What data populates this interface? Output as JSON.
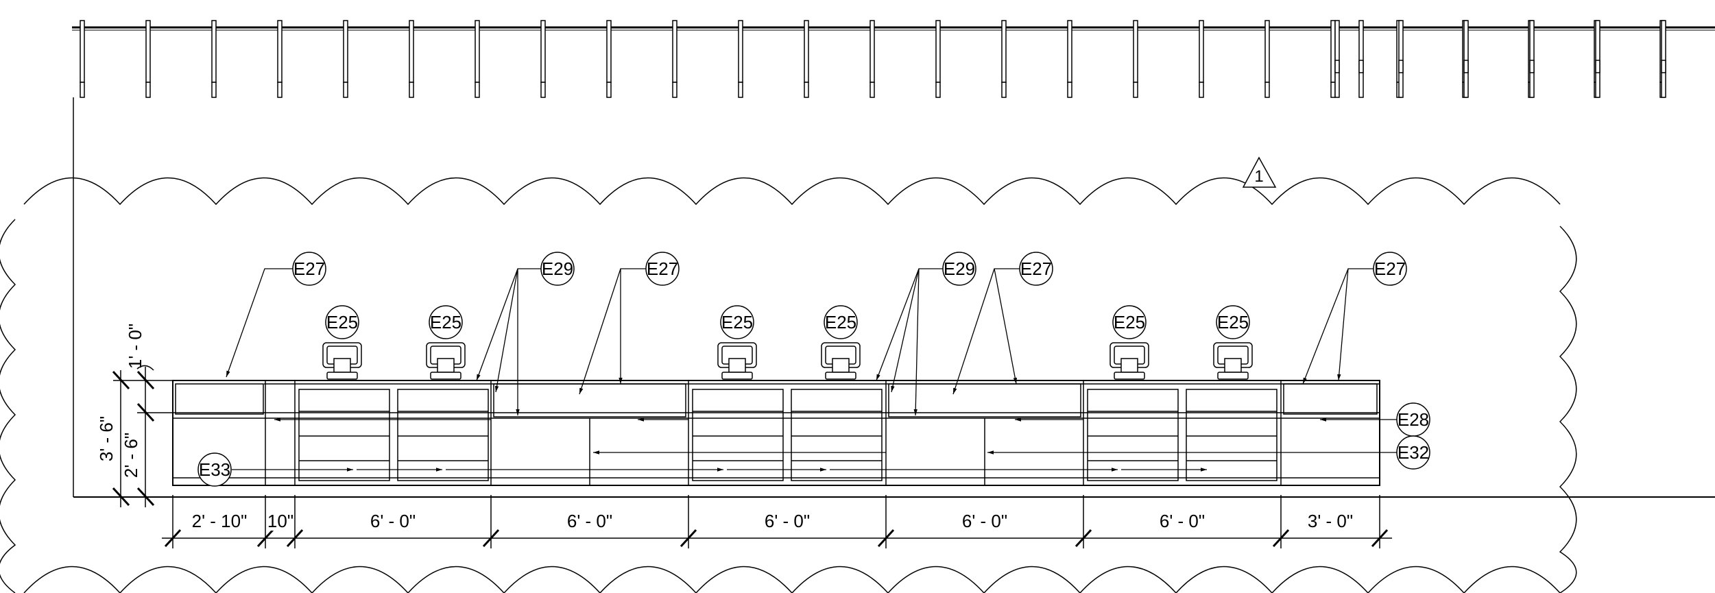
{
  "rev_marker": "1",
  "tags": {
    "e25": "E25",
    "e27": "E27",
    "e28": "E28",
    "e29": "E29",
    "e32": "E32",
    "e33": "E33"
  },
  "horizontal_dimensions": [
    "2' - 10\"",
    "10\"",
    "6' - 0\"",
    "6' - 0\"",
    "6' - 0\"",
    "6' - 0\"",
    "6' - 0\"",
    "3' - 0\""
  ],
  "vertical_dimensions": {
    "overall": "3' - 6\"",
    "lower": "2' - 6\"",
    "upper": "1' - 0\""
  }
}
